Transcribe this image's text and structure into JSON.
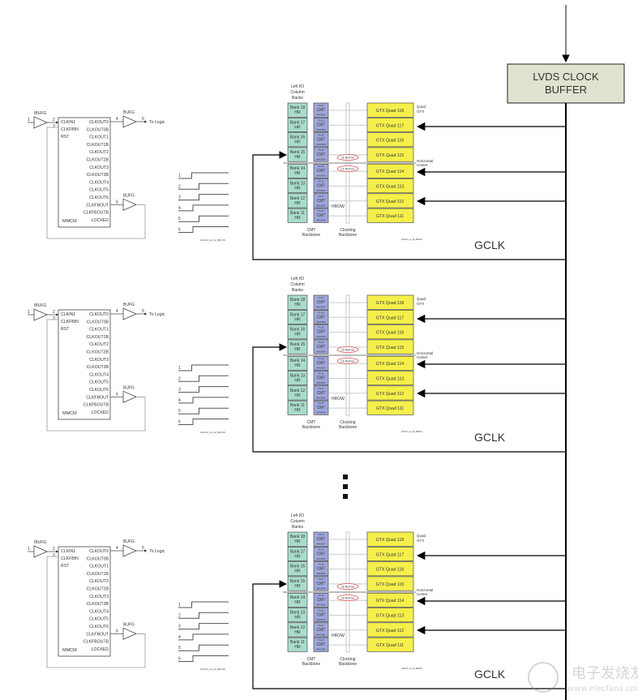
{
  "source": {
    "label": "LVDS CLOCK BUFFER",
    "label_lines": [
      "LVDS CLOCK",
      "BUFFER"
    ]
  },
  "bus_label": "GCLK",
  "ellipsis": "⋮",
  "colors": {
    "lvds_fill": "#dfe3cf",
    "bank_fill": "#a9dccc",
    "cmt_fill": "#9fa8dc",
    "gtx_fill": "#f5ef4a",
    "bufg_oval": "#e05050",
    "bus": "#000000"
  },
  "mmcm": {
    "title": "MMCM",
    "ibufg_label": "IBUFG",
    "bufg_label": "BUFG",
    "to_logic": "To Logic",
    "inputs": [
      "CLKIN1",
      "CLKFBIN",
      "RST"
    ],
    "outputs": [
      "CLKOUT0",
      "CLKOUT0B",
      "CLKOUT1",
      "CLKOUT1B",
      "CLKOUT2",
      "CLKOUT2B",
      "CLKOUT3",
      "CLKOUT3B",
      "CLKOUT4",
      "CLKOUT5",
      "CLKOUT6",
      "CLKFBOUT",
      "CLKFBOUTB",
      "LOCKED"
    ],
    "pin_numbers": [
      "1",
      "2",
      "3",
      "4",
      "5",
      "6"
    ],
    "fig_id": "UG472_c2_11_091710"
  },
  "timing": {
    "signals": [
      "1",
      "2",
      "3",
      "4",
      "5",
      "6"
    ],
    "edge_offsets": [
      0.15,
      0.45,
      0.45,
      0.2,
      0.45,
      0.2
    ]
  },
  "fpga": {
    "header": [
      "Left I/O",
      "Column",
      "Banks"
    ],
    "banks": [
      {
        "name": "Bank 18",
        "type": "HR",
        "pll": "PLL07",
        "mmcm": "MMCM07",
        "gtx": "GTX Quad 118"
      },
      {
        "name": "Bank 17",
        "type": "HR",
        "pll": "PLL06",
        "mmcm": "MMCM06",
        "gtx": "GTX Quad 117"
      },
      {
        "name": "Bank 16",
        "type": "HR",
        "pll": "PLL05",
        "mmcm": "MMCM05",
        "gtx": "GTX Quad 116"
      },
      {
        "name": "Bank 15",
        "type": "HR",
        "pll": "PLL04",
        "mmcm": "MMCM04",
        "gtx": "GTX Quad 115"
      },
      {
        "name": "Bank 14",
        "type": "HR",
        "pll": "PLL03",
        "mmcm": "MMCM03",
        "gtx": "GTX Quad 114"
      },
      {
        "name": "Bank 13",
        "type": "HR",
        "pll": "PLL02",
        "mmcm": "MMCM02",
        "gtx": "GTX Quad 113"
      },
      {
        "name": "Bank 12",
        "type": "HR",
        "pll": "PLL01",
        "mmcm": "MMCM01",
        "gtx": "GTX Quad 112"
      },
      {
        "name": "Bank 11",
        "type": "HR",
        "pll": "PLL00",
        "mmcm": "MMCM00",
        "gtx": "GTX Quad 111"
      }
    ],
    "cmt_label": "CMT",
    "bufg_group": "16 BUFGs",
    "hrow": "HROW",
    "quad_gtx": [
      "Quad",
      "GTX"
    ],
    "horizontal_center": [
      "Horizontal",
      "Center"
    ],
    "cmt_backbone": [
      "CMT",
      "Backbone"
    ],
    "clocking_backbone": [
      "Clocking",
      "Backbone"
    ],
    "fig_id": "UG472_c1_13_082010",
    "gclk_arrow_targets": [
      "GTX Quad 117",
      "GTX Quad 114",
      "GTX Quad 112"
    ],
    "feedback_target": "Bank 15"
  },
  "instances": 3,
  "watermark": {
    "brand": "电子发烧友",
    "url": "www.elecfans.com"
  }
}
